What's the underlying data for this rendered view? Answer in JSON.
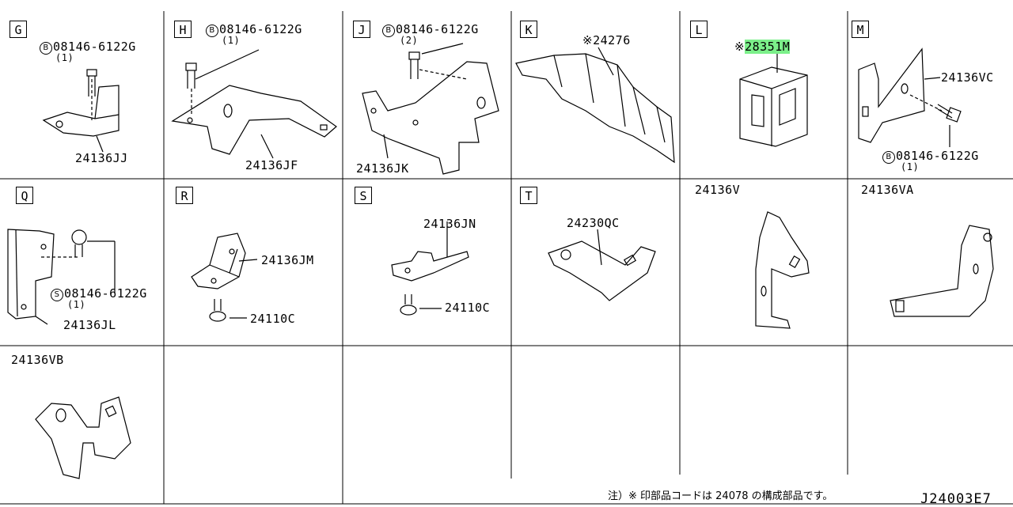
{
  "sections": {
    "G": {
      "letter": "G",
      "bolt_mark": "B",
      "bolt_part": "08146-6122G",
      "bolt_qty": "(1)",
      "part": "24136JJ"
    },
    "H": {
      "letter": "H",
      "bolt_mark": "B",
      "bolt_part": "08146-6122G",
      "bolt_qty": "(1)",
      "part": "24136JF"
    },
    "J": {
      "letter": "J",
      "bolt_mark": "B",
      "bolt_part": "08146-6122G",
      "bolt_qty": "(2)",
      "part": "24136JK"
    },
    "K": {
      "letter": "K",
      "part": "※24276"
    },
    "L": {
      "letter": "L",
      "mark": "※",
      "part": "28351M"
    },
    "M": {
      "letter": "M",
      "part": "24136VC",
      "bolt_mark": "B",
      "bolt_part": "08146-6122G",
      "bolt_qty": "(1)"
    },
    "Q": {
      "letter": "Q",
      "bolt_mark": "S",
      "bolt_part": "08146-6122G",
      "bolt_qty": "(1)",
      "part": "24136JL"
    },
    "R": {
      "letter": "R",
      "part": "24136JM",
      "screw": "24110C"
    },
    "S": {
      "letter": "S",
      "part": "24136JN",
      "screw": "24110C"
    },
    "T": {
      "letter": "T",
      "part": "24230QC"
    },
    "V": {
      "part": "24136V"
    },
    "VA": {
      "part": "24136VA"
    },
    "VB": {
      "part": "24136VB"
    }
  },
  "footer": {
    "note": "注）※ 印部品コードは 24078 の構成部品です。",
    "ref": "J24003E7"
  },
  "colors": {
    "highlight": "#7cf08a",
    "lines": "#000000"
  }
}
